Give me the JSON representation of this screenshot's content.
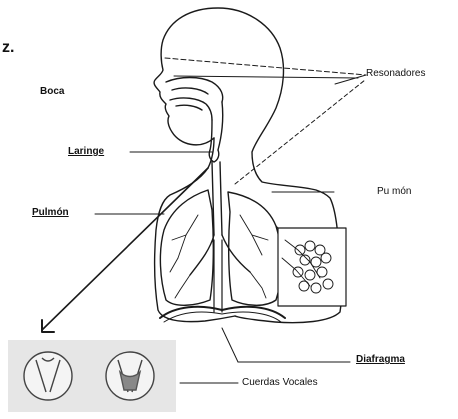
{
  "labels": {
    "stray_letter": "z.",
    "resonadores": "Resonadores",
    "boca": "Boca",
    "laringe": "Laringe",
    "pulmon_right": "Pu món",
    "pulmon_left": "Pulmón",
    "diafragma": "Diafragma",
    "cuerdas_vocales": "Cuerdas Vocales"
  },
  "colors": {
    "ink": "#1a1a1a",
    "inset_bg": "#e6e6e6"
  }
}
